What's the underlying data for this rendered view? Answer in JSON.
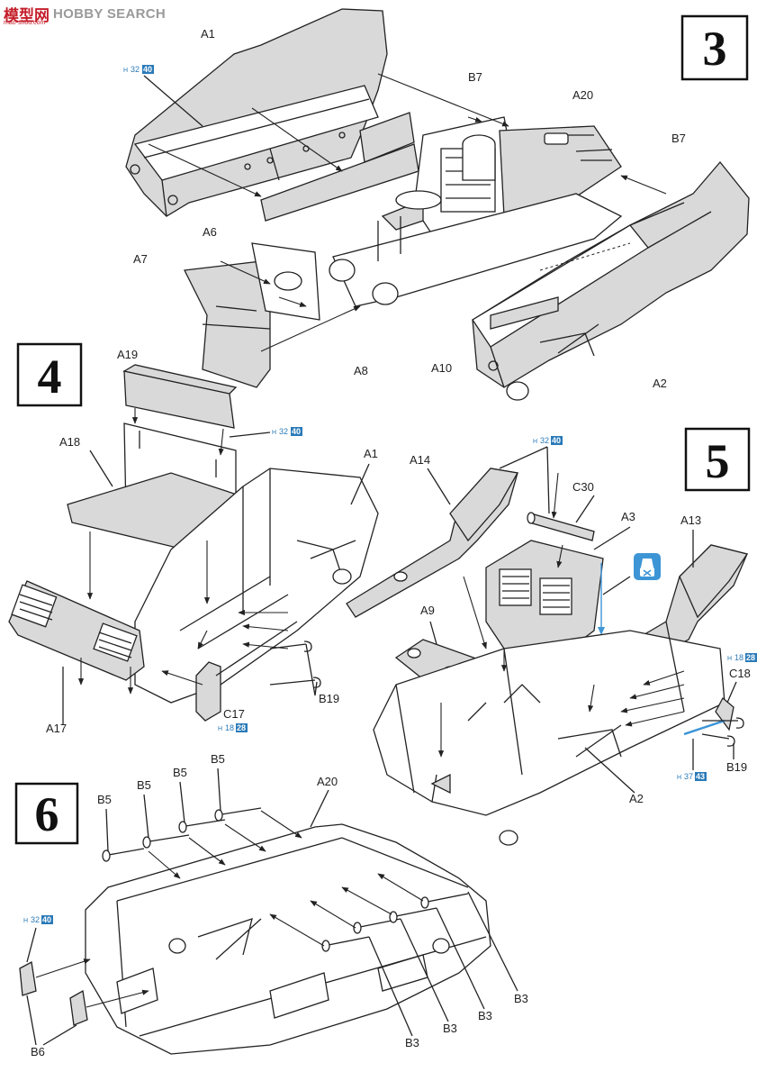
{
  "watermark": {
    "cn": "模型网",
    "en": "HOBBY SEARCH",
    "url": "mao-shou.com"
  },
  "steps": [
    "3",
    "4",
    "5",
    "6"
  ],
  "colors": {
    "code_blue": "#2a7ab8",
    "parts_gray": "#d9d9d9",
    "line": "#222222",
    "watermark_red": "#c41e2a"
  },
  "color_codes": {
    "h32_40": {
      "h": "H",
      "n1": "32",
      "n2": "40"
    },
    "h18_28": {
      "h": "H",
      "n1": "18",
      "n2": "28"
    },
    "h37_43": {
      "h": "H",
      "n1": "37",
      "n2": "43"
    }
  },
  "labels": {
    "s3": {
      "a1": "A1",
      "b7a": "B7",
      "a20": "A20",
      "b7b": "B7",
      "a6": "A6",
      "a7": "A7",
      "a8": "A8",
      "a10": "A10",
      "a2": "A2"
    },
    "s4": {
      "a19": "A19",
      "a18": "A18",
      "a1": "A1",
      "a17": "A17",
      "c17": "C17",
      "b19": "B19"
    },
    "s5": {
      "a14": "A14",
      "c30": "C30",
      "a3": "A3",
      "a13": "A13",
      "a9": "A9",
      "c18": "C18",
      "b19": "B19",
      "a2": "A2"
    },
    "s6": {
      "b5a": "B5",
      "b5b": "B5",
      "b5c": "B5",
      "b5d": "B5",
      "a20": "A20",
      "b6": "B6",
      "b3a": "B3",
      "b3b": "B3",
      "b3c": "B3",
      "b3d": "B3"
    }
  },
  "icons": {
    "glue": "glue-icon"
  }
}
